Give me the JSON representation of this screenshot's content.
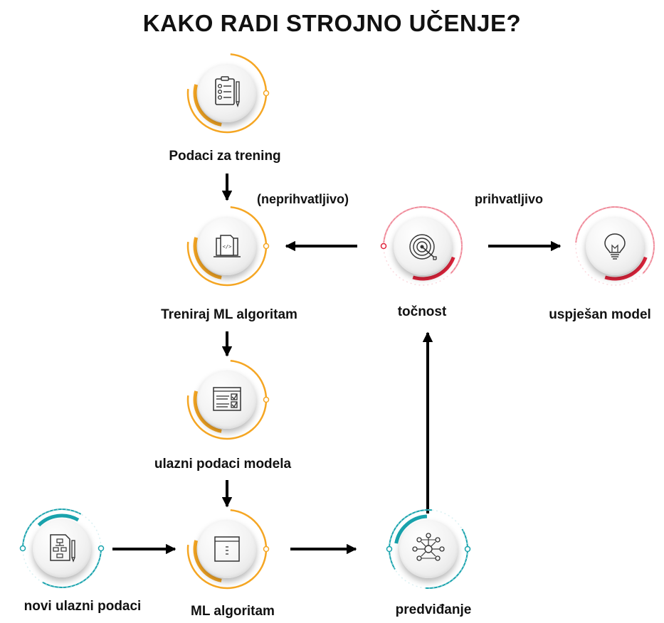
{
  "title": "KAKO RADI STROJNO UČENJE?",
  "colors": {
    "orange": "#f5a623",
    "red": "#e0243c",
    "teal": "#19a3ad",
    "arrow": "#000000"
  },
  "nodes": {
    "training_data": {
      "label": "Podaci za trening",
      "icon": "checklist-icon"
    },
    "train_algorithm": {
      "label": "Treniraj ML algoritam",
      "icon": "code-document-icon"
    },
    "model_input": {
      "label": "ulazni podaci modela",
      "icon": "form-checkbox-icon"
    },
    "ml_algorithm": {
      "label": "ML algoritam",
      "icon": "window-icon"
    },
    "new_input": {
      "label": "novi ulazni podaci",
      "icon": "flowchart-document-icon"
    },
    "prediction": {
      "label": "predviđanje",
      "icon": "network-icon"
    },
    "accuracy": {
      "label": "točnost",
      "icon": "target-icon"
    },
    "successful_model": {
      "label": "uspješan model",
      "icon": "lightbulb-icon"
    }
  },
  "edges": {
    "unacceptable": "(neprihvatljivo)",
    "acceptable": "prihvatljivo"
  }
}
